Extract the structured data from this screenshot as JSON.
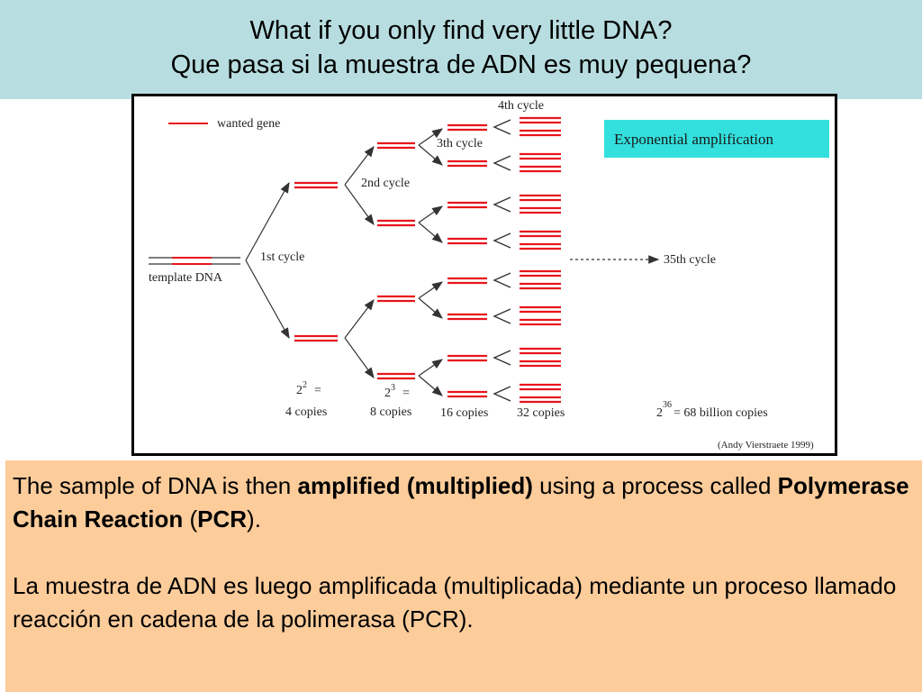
{
  "title": {
    "line1": "What if you only find very little DNA?",
    "line2": "Que pasa si la muestra de ADN es muy pequena?"
  },
  "diagram": {
    "legend_label": "wanted gene",
    "template_label": "template DNA",
    "cycle_labels": [
      "1st cycle",
      "2nd cycle",
      "3th cycle",
      "4th cycle"
    ],
    "callout": "Exponential amplification",
    "arrow_target_label": "35th cycle",
    "copies": [
      {
        "base": "2",
        "exp": "2",
        "eq": "=",
        "label": "4 copies"
      },
      {
        "base": "2",
        "exp": "3",
        "eq": "=",
        "label": "8 copies"
      },
      {
        "label": "16 copies"
      },
      {
        "label": "32 copies"
      }
    ],
    "final_formula": {
      "base": "2",
      "exp": "36",
      "text": "= 68 billion copies"
    },
    "credit": "(Andy Vierstraete 1999)",
    "colors": {
      "gene": "#e8141c",
      "strand": "#555555",
      "callout_bg": "#33e0dd"
    }
  },
  "info": {
    "en": {
      "t1": "The sample of DNA is then ",
      "b1": "amplified (multiplied)",
      "t2": " using a process called ",
      "b2": "Polymerase Chain Reaction",
      "t3": " (",
      "b3": "PCR",
      "t4": ")."
    },
    "es": "La muestra de ADN es luego amplificada (multiplicada) mediante un proceso llamado reacción en cadena de la polimerasa (PCR)."
  }
}
